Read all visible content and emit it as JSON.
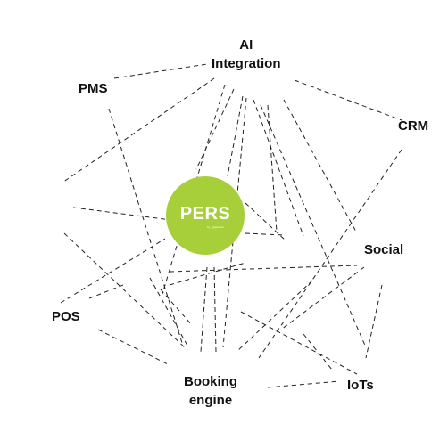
{
  "hub": {
    "title": "PERS",
    "tag": "by _gapsonos",
    "color": "#a6cf3a"
  },
  "nodes": {
    "ai_integration": [
      "AI",
      "Integration"
    ],
    "pms": "PMS",
    "crm": "CRM",
    "social": "Social",
    "pos": "POS",
    "booking_engine": [
      "Booking",
      "engine"
    ],
    "iots": "IoTs"
  },
  "connector_style": {
    "color": "#222222",
    "dashed": true
  }
}
